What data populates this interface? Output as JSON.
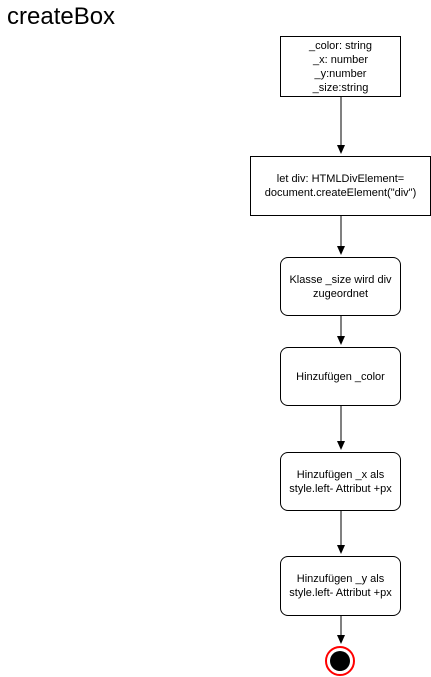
{
  "title": "createBox",
  "nodes": [
    {
      "lines": [
        "_color: string",
        "_x: number",
        "_y:number",
        "_size:string"
      ]
    },
    {
      "lines": [
        "let div: HTMLDivElement=",
        "document.createElement(\"div\")"
      ]
    },
    {
      "lines": [
        "Klasse _size wird div",
        "zugeordnet"
      ]
    },
    {
      "lines": [
        "Hinzufügen _color"
      ]
    },
    {
      "lines": [
        "Hinzufügen _x als",
        "style.left- Attribut +px"
      ]
    },
    {
      "lines": [
        "Hinzufügen _y als",
        "style.left- Attribut +px"
      ]
    }
  ]
}
